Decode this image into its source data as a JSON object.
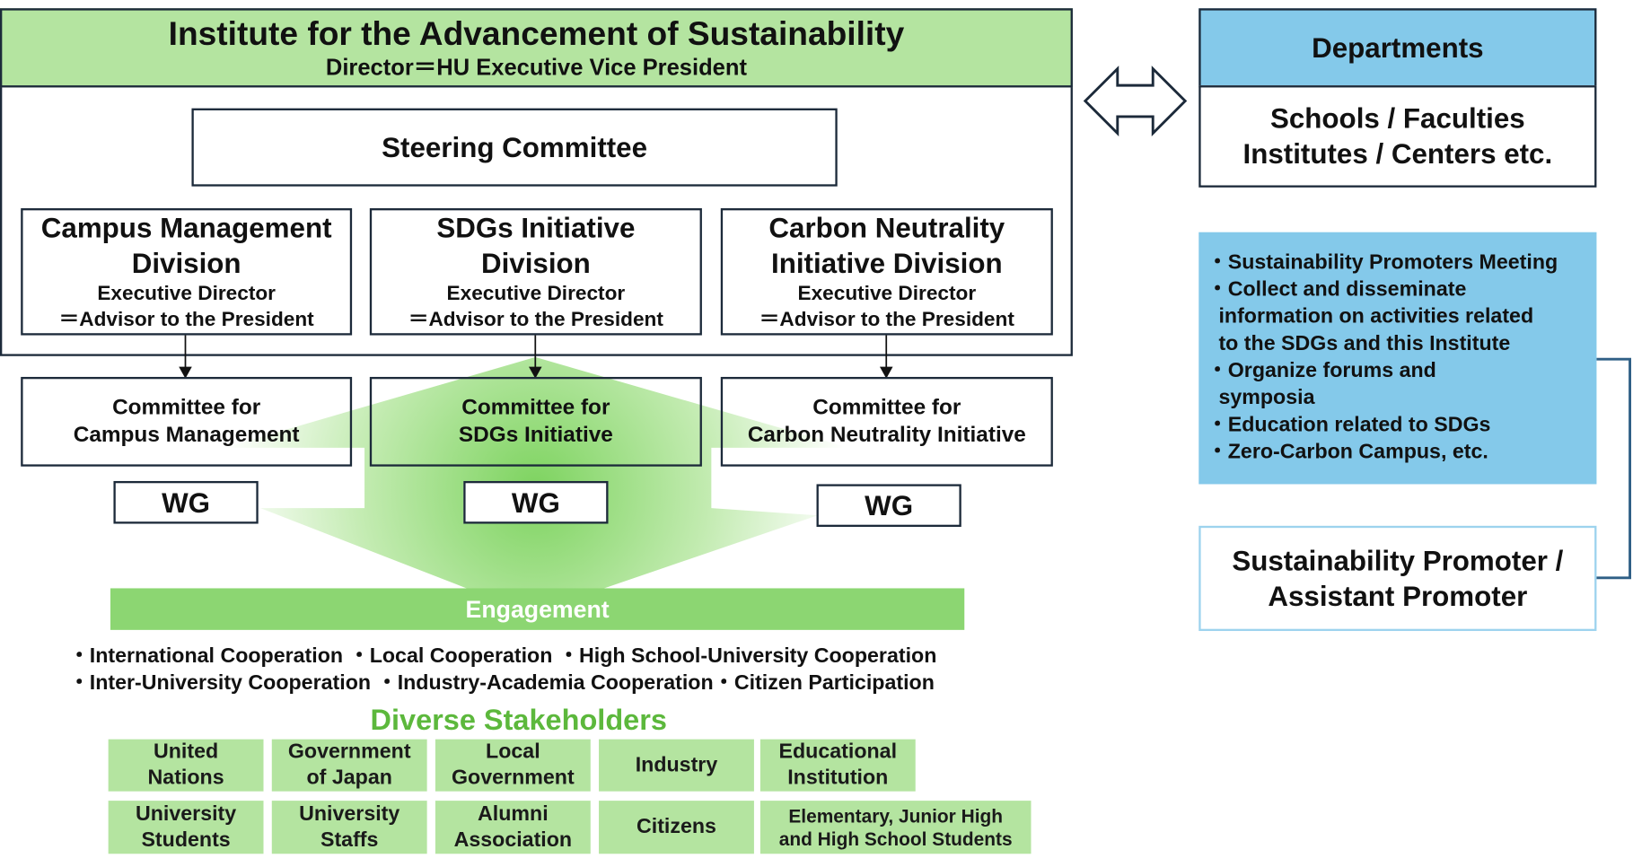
{
  "institute": {
    "title": "Institute for the Advancement of Sustainability",
    "subtitle": "Director＝HU Executive Vice President",
    "steering": "Steering Committee",
    "divisions": [
      {
        "title1": "Campus Management",
        "title2": "Division",
        "role": "Executive Director",
        "role2": "＝Advisor to the President"
      },
      {
        "title1": "SDGs Initiative",
        "title2": "Division",
        "role": "Executive Director",
        "role2": "＝Advisor to the President"
      },
      {
        "title1": "Carbon Neutrality",
        "title2": "Initiative Division",
        "role": "Executive Director",
        "role2": "＝Advisor to the President"
      }
    ],
    "committees": [
      {
        "line1": "Committee for",
        "line2": "Campus Management"
      },
      {
        "line1": "Committee for",
        "line2": "SDGs Initiative"
      },
      {
        "line1": "Committee for",
        "line2": "Carbon Neutrality Initiative"
      }
    ],
    "wg": [
      "WG",
      "WG",
      "WG"
    ]
  },
  "engagement": {
    "label": "Engagement",
    "line1": "・International Cooperation ・Local Cooperation ・High School-University Cooperation",
    "line2": "・Inter-University Cooperation ・Industry-Academia Cooperation・Citizen Participation"
  },
  "stakeholders": {
    "title": "Diverse Stakeholders",
    "row1": [
      [
        "United",
        "Nations"
      ],
      [
        "Government",
        "of Japan"
      ],
      [
        "Local",
        "Government"
      ],
      [
        "Industry",
        ""
      ],
      [
        "Educational",
        "Institution"
      ]
    ],
    "row2": [
      [
        "University",
        "Students"
      ],
      [
        "University",
        "Staffs"
      ],
      [
        "Alumni",
        "Association"
      ],
      [
        "Citizens",
        ""
      ],
      [
        "Elementary, Junior High",
        "and High School Students"
      ]
    ]
  },
  "departments": {
    "header": "Departments",
    "line1": "Schools / Faculties",
    "line2": "Institutes / Centers etc."
  },
  "activities": [
    "・Sustainability Promoters Meeting",
    "・Collect and disseminate",
    "  information on activities related",
    "  to the SDGs and this Institute",
    "・Organize forums and",
    "  symposia",
    "・Education related to SDGs",
    "・Zero-Carbon Campus, etc."
  ],
  "promoter": {
    "line1": "Sustainability Promoter /",
    "line2": "Assistant Promoter"
  },
  "colors": {
    "green_header": "#b4e4a0",
    "engagement": "#8cd672",
    "stakeholder_title": "#5cb83c",
    "blue": "#84c9ea",
    "border": "#1c2a3a"
  }
}
